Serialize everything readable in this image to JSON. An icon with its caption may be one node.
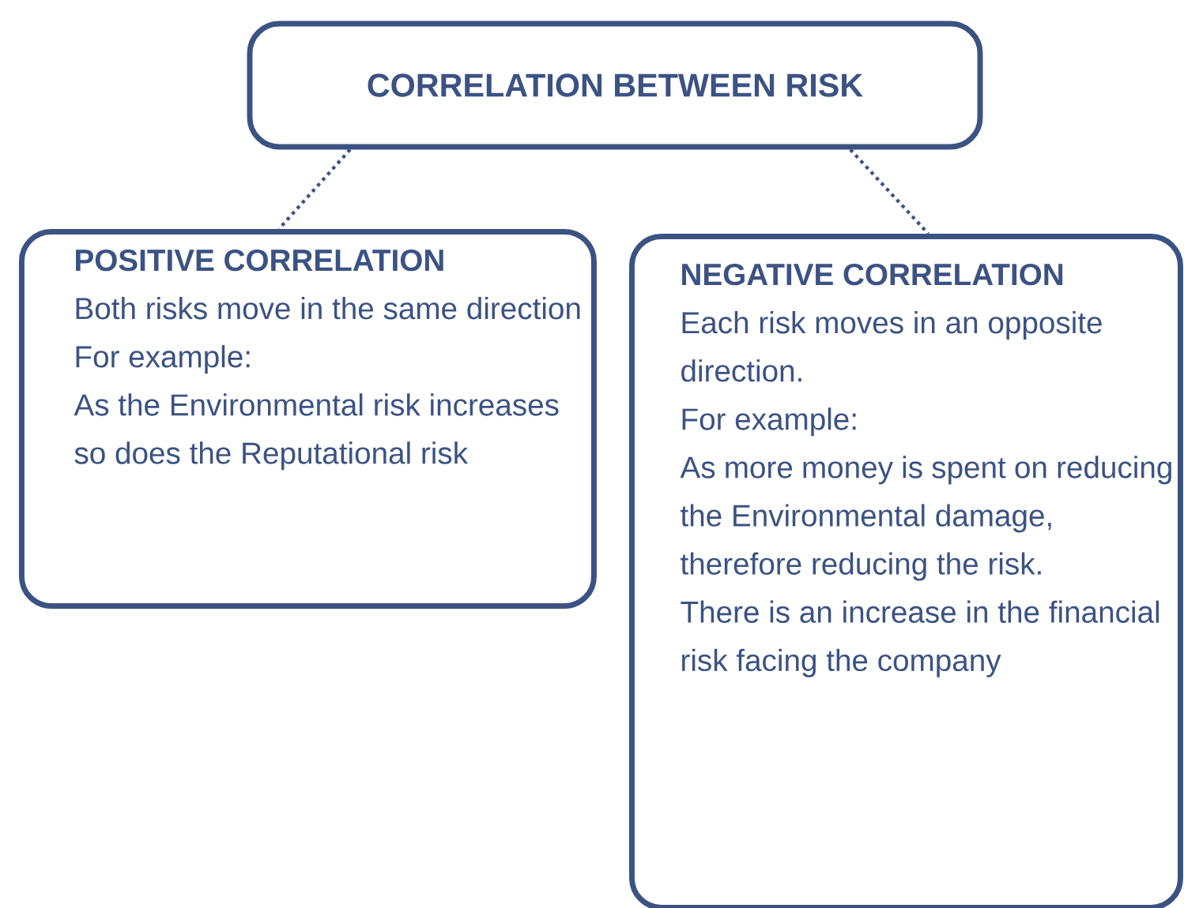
{
  "diagram": {
    "nodes": [
      {
        "text": [
          "CORRELATION BETWEEN RISK"
        ]
      },
      {
        "text": [
          "POSITIVE CORRELATION",
          "Both risks move in the same direction",
          "For example:",
          "As the Environmental risk increases so does the Reputational risk"
        ]
      },
      {
        "text": [
          "NEGATIVE CORRELATION",
          "Each risk moves in an opposite direction.",
          "For example:",
          "As more money is spent on reducing the Environmental damage, therefore reducing the risk.",
          "There is an increase in the financial risk facing the company"
        ]
      }
    ],
    "edges": [
      {
        "from": 0,
        "to": 1,
        "arrow": "none",
        "style": "dashed"
      },
      {
        "from": 0,
        "to": 2,
        "arrow": "none",
        "style": "dashed"
      }
    ]
  }
}
